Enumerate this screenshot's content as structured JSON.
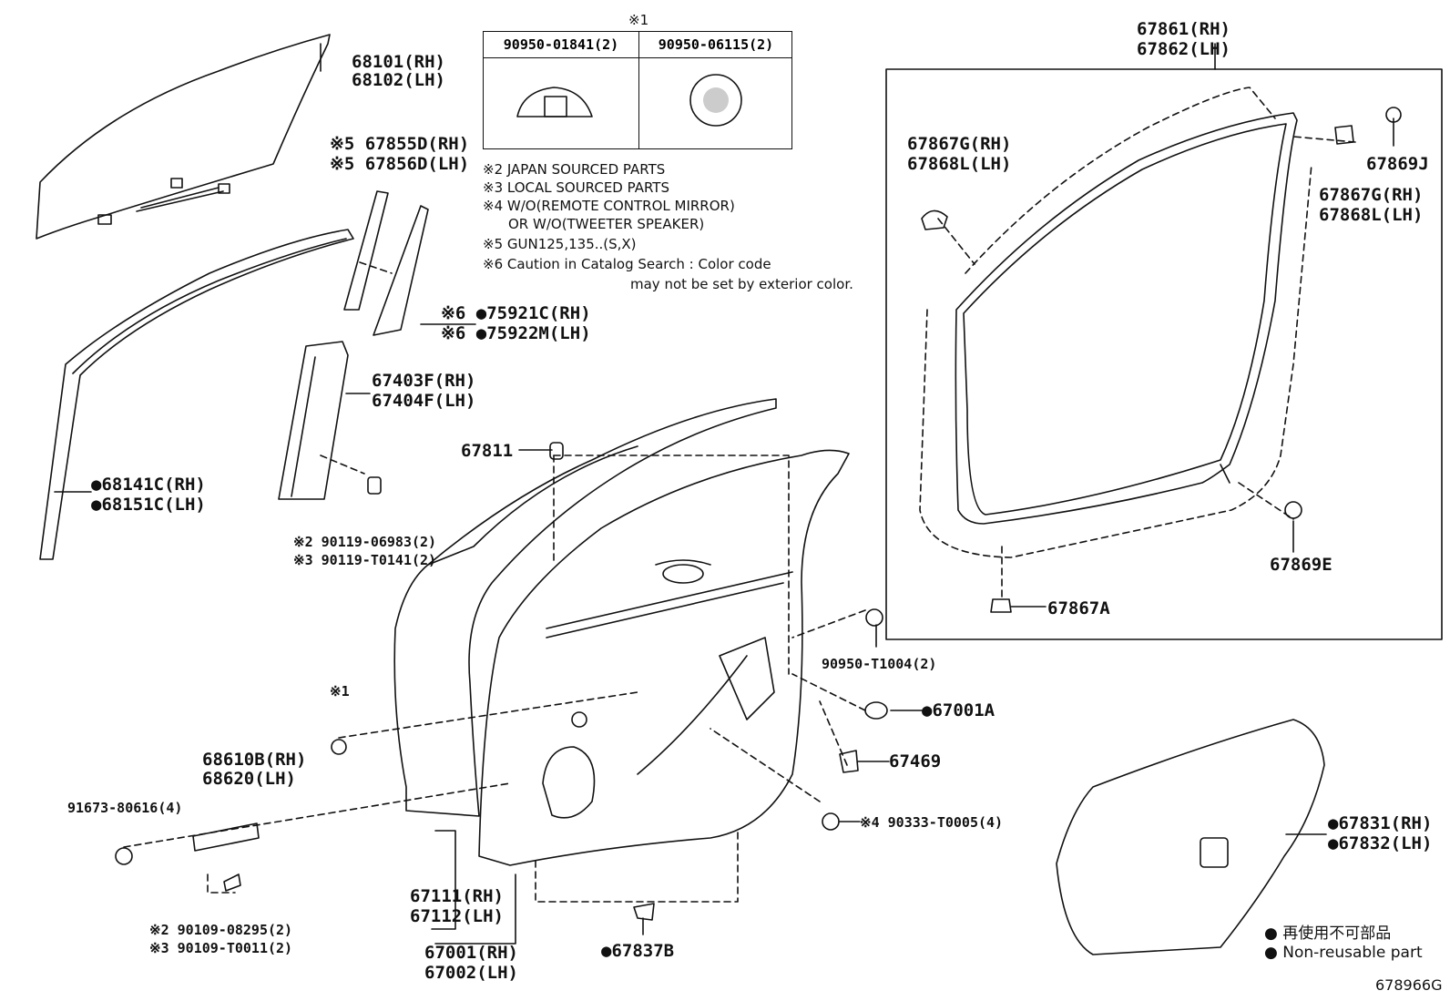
{
  "table": {
    "note_mark": "※1",
    "columns": [
      "90950-01841(2)",
      "90950-06115(2)"
    ]
  },
  "notes": [
    "※2 JAPAN SOURCED PARTS",
    "※3 LOCAL SOURCED PARTS",
    "※4 W/O(REMOTE CONTROL MIRROR)",
    "OR W/O(TWEETER SPEAKER)",
    "※5 GUN125,135..(S,X)",
    "※6 Caution in Catalog Search : Color code",
    "may not be set by exterior color."
  ],
  "parts": {
    "glass_rh": "68101(RH)",
    "glass_lh": "68102(LH)",
    "p67855d": "※5 67855D(RH)",
    "p67856d": "※5 67856D(LH)",
    "p75921c": "※6 ●75921C(RH)",
    "p75922m": "※6 ●75922M(LH)",
    "p67403f": "67403F(RH)",
    "p67404f": "67404F(LH)",
    "p68141c": "●68141C(RH)",
    "p68151c": "●68151C(LH)",
    "bolt_jp": "※2 90119-06983(2)",
    "bolt_local": "※3 90119-T0141(2)",
    "p67811": "67811",
    "hinge_rh": "68610B(RH)",
    "hinge_lh": "68620(LH)",
    "p91673": "91673-80616(4)",
    "mark1": "※1",
    "screw_jp": "※2 90109-08295(2)",
    "screw_local": "※3 90109-T0011(2)",
    "p67111": "67111(RH)",
    "p67112": "67112(LH)",
    "p67001": "67001(RH)",
    "p67002": "67002(LH)",
    "p67837b": "●67837B",
    "p90950t": "90950-T1004(2)",
    "p67001a": "●67001A",
    "p67469": "67469",
    "p90333": "※4 90333-T0005(4)",
    "ws_rh": "67861(RH)",
    "ws_lh": "67862(LH)",
    "clipA_rh": "67867G(RH)",
    "clipA_lh": "67868L(LH)",
    "p67869j": "67869J",
    "clipB_rh": "67867G(RH)",
    "clipB_lh": "67868L(LH)",
    "p67869e": "67869E",
    "p67867a": "67867A",
    "p67831": "●67831(RH)",
    "p67832": "●67832(LH)"
  },
  "legend": {
    "jp": "● 再使用不可部品",
    "en": "● Non-reusable part"
  },
  "figure_id": "678966G"
}
